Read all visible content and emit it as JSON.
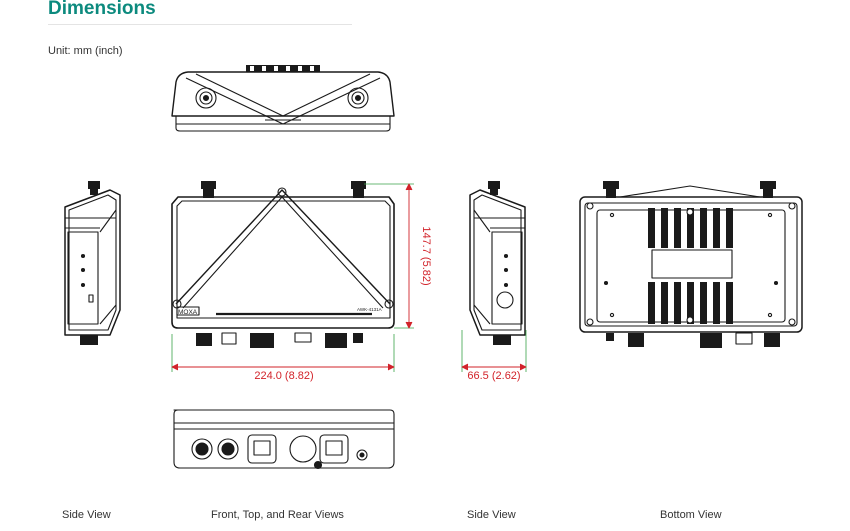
{
  "header": {
    "title": "Dimensions",
    "unit_note": "Unit: mm (inch)"
  },
  "dimensions": {
    "width": "224.0 (8.82)",
    "height": "147.7 (5.82)",
    "depth": "66.5 (2.62)"
  },
  "device_markings": {
    "brand": "MOXA",
    "model": "AWK-4131A"
  },
  "captions": {
    "left_side": "Side View",
    "center": "Front, Top, and Rear Views",
    "right_side": "Side View",
    "bottom": "Bottom View"
  },
  "colors": {
    "title": "#0c8a7e",
    "dimension": "#d2232a",
    "extension_line": "#3aa24a",
    "drawing": "#1a1a1a"
  }
}
